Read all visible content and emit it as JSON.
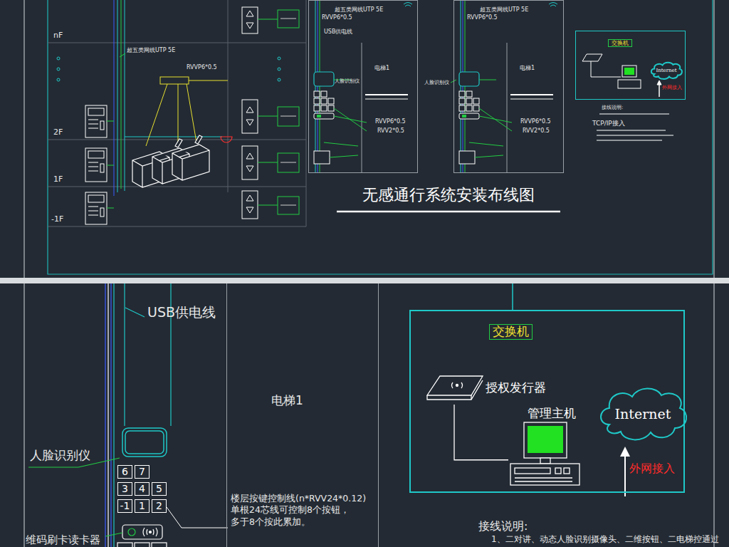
{
  "diagram": {
    "title": "无感通行系统安装布线图",
    "nodes": [
      {
        "text": [
          "电梯1"
        ]
      },
      {
        "text": [
          "电梯1"
        ]
      },
      {
        "text": [
          "交换机"
        ]
      },
      {
        "text": [
          "Internet"
        ],
        "in": 2
      },
      {
        "text": [
          "电梯1"
        ]
      },
      {
        "text": [
          "交换机"
        ]
      },
      {
        "text": [
          "授权发行器"
        ],
        "in": 5
      },
      {
        "text": [
          "管理主机"
        ],
        "in": 5
      },
      {
        "text": [
          "Internet"
        ],
        "in": 5
      },
      {
        "text": [
          "6"
        ]
      },
      {
        "text": [
          "7"
        ]
      },
      {
        "text": [
          "3"
        ]
      },
      {
        "text": [
          "4"
        ]
      },
      {
        "text": [
          "5"
        ]
      },
      {
        "text": [
          "-1"
        ]
      },
      {
        "text": [
          "1"
        ]
      },
      {
        "text": [
          "2"
        ]
      }
    ],
    "edges": [
      {
        "from": 6,
        "to": 7,
        "arrow": "none"
      }
    ],
    "labels": [
      "nF",
      "2F",
      "1F",
      "-1F",
      "超五类网线UTP 5E",
      "RVVP6*0.5",
      "超五类网线UTP 5E",
      "RVVP6*0.5",
      "USB供电线",
      "人脸识别仪",
      "RVVP6*0.5",
      "RVV2*0.5",
      "超五类网线UTP 5E",
      "RVVP6*0.5",
      "人脸识别仪",
      "RVVP6*0.5",
      "RVV2*0.5",
      "外网接入",
      "接线说明:",
      "TCP/IP接入",
      "USB供电线",
      "人脸识别仪",
      "楼层按键控制线(n*RVV24*0.12) 单根24芯线可控制8个按钮， 多于8个按此累加。",
      "维码刷卡读卡器",
      "外网接入",
      "接线说明:",
      "1、二对讲、动态人脸识别摄像头、二维按钮、二电梯控通过"
    ]
  }
}
